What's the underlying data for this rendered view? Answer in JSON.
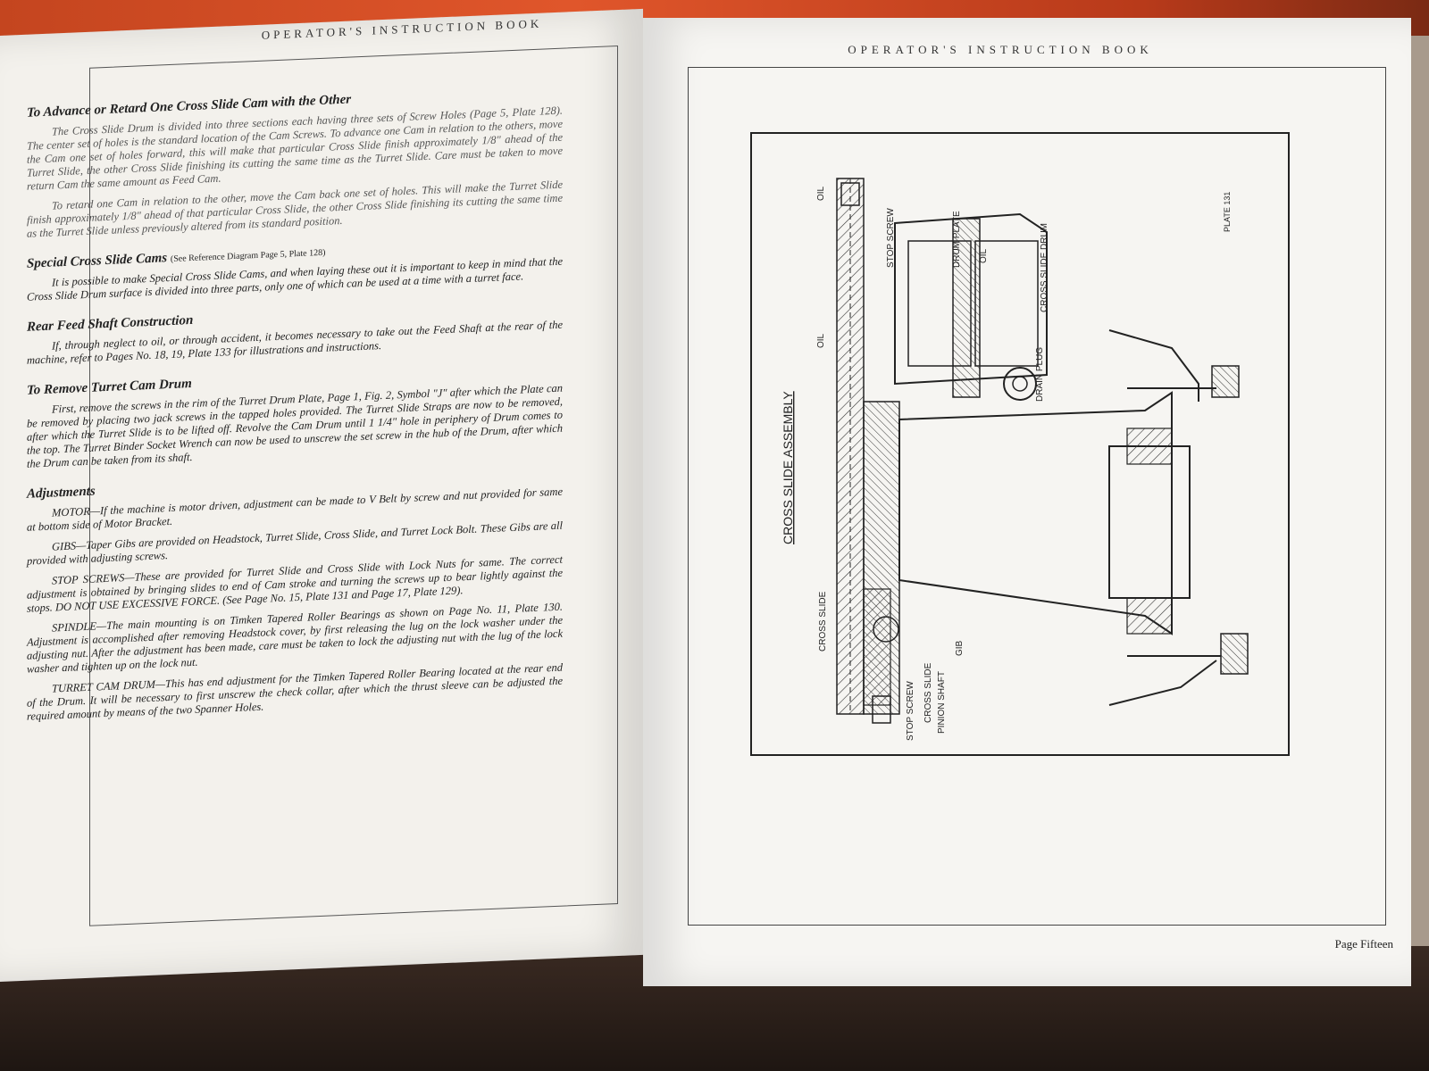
{
  "left_page": {
    "running_head": "OPERATOR'S INSTRUCTION BOOK",
    "sections": [
      {
        "title": "To Advance or Retard One Cross Slide Cam with the Other",
        "paragraphs": [
          "The Cross Slide Drum is divided into three sections each having three sets of Screw Holes (Page 5, Plate 128). The center set of holes is the standard location of the Cam Screws. To advance one Cam in relation to the others, move the Cam one set of holes forward, this will make that particular Cross Slide finish approximately 1/8\" ahead of the Turret Slide, the other Cross Slide finishing its cutting the same time as the Turret Slide. Care must be taken to move return Cam the same amount as Feed Cam.",
          "To retard one Cam in relation to the other, move the Cam back one set of holes. This will make the Turret Slide finish approximately 1/8\" ahead of that particular Cross Slide, the other Cross Slide finishing its cutting the same time as the Turret Slide unless previously altered from its standard position."
        ]
      },
      {
        "title": "Special Cross Slide Cams",
        "ref": "(See Reference Diagram Page 5, Plate 128)",
        "paragraphs": [
          "It is possible to make Special Cross Slide Cams, and when laying these out it is important to keep in mind that the Cross Slide Drum surface is divided into three parts, only one of which can be used at a time with a turret face."
        ]
      },
      {
        "title": "Rear Feed Shaft Construction",
        "paragraphs": [
          "If, through neglect to oil, or through accident, it becomes necessary to take out the Feed Shaft at the rear of the machine, refer to Pages No. 18, 19, Plate 133 for illustrations and instructions."
        ]
      },
      {
        "title": "To Remove Turret Cam Drum",
        "paragraphs": [
          "First, remove the screws in the rim of the Turret Drum Plate, Page 1, Fig. 2, Symbol \"J\" after which the Plate can be removed by placing two jack screws in the tapped holes provided. The Turret Slide Straps are now to be removed, after which the Turret Slide is to be lifted off. Revolve the Cam Drum until 1 1/4\" hole in periphery of Drum comes to the top. The Turret Binder Socket Wrench can now be used to unscrew the set screw in the hub of the Drum, after which the Drum can be taken from its shaft."
        ]
      },
      {
        "title": "Adjustments",
        "paragraphs": [
          "MOTOR—If the machine is motor driven, adjustment can be made to V Belt by screw and nut provided for same at bottom side of Motor Bracket.",
          "GIBS—Taper Gibs are provided on Headstock, Turret Slide, Cross Slide, and Turret Lock Bolt. These Gibs are all provided with adjusting screws.",
          "STOP SCREWS—These are provided for Turret Slide and Cross Slide with Lock Nuts for same. The correct adjustment is obtained by bringing slides to end of Cam stroke and turning the screws up to bear lightly against the stops. DO NOT USE EXCESSIVE FORCE. (See Page No. 15, Plate 131 and Page 17, Plate 129).",
          "SPINDLE—The main mounting is on Timken Tapered Roller Bearings as shown on Page No. 11, Plate 130. Adjustment is accomplished after removing Headstock cover, by first releasing the lug on the lock washer under the adjusting nut. After the adjustment has been made, care must be taken to lock the adjusting nut with the lug of the lock washer and tighten up on the lock nut.",
          "TURRET CAM DRUM—This has end adjustment for the Timken Tapered Roller Bearing located at the rear end of the Drum. It will be necessary to first unscrew the check collar, after which the thrust sleeve can be adjusted the required amount by means of the two Spanner Holes."
        ]
      }
    ]
  },
  "right_page": {
    "running_head": "OPERATOR'S INSTRUCTION BOOK",
    "page_number": "Page Fifteen",
    "plate": {
      "number": "PLATE 131",
      "title": "CROSS SLIDE ASSEMBLY",
      "labels": {
        "oil_top": "OIL",
        "stop_screw_top": "STOP SCREW",
        "drum_plate": "DRUM PLATE",
        "oil_right": "OIL",
        "cross_slide_drum": "CROSS SLIDE DRUM",
        "oil_left": "OIL",
        "drain_plug": "DRAIN PLUG",
        "cross_slide": "CROSS SLIDE",
        "stop_screw_bottom": "STOP SCREW",
        "cross_slide_pinion_1": "CROSS SLIDE",
        "cross_slide_pinion_2": "PINION SHAFT",
        "gib": "GIB"
      }
    }
  }
}
